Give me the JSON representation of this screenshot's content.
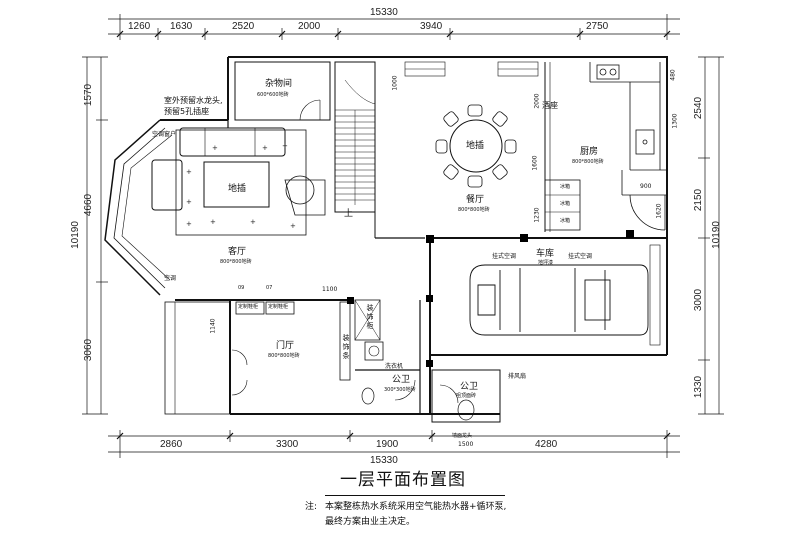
{
  "drawing": {
    "title": "一层平面布置图",
    "note_prefix": "注:",
    "note_line1": "本案整栋热水系统采用空气能热水器+循环泵,",
    "note_line2": "最终方案由业主决定。"
  },
  "dimensions": {
    "top_total": "15330",
    "top_segments": [
      "1260",
      "1630",
      "2520",
      "2000",
      "3940",
      "2750"
    ],
    "bottom_total": "15330",
    "bottom_segments": [
      "2860",
      "3300",
      "1900",
      "4280"
    ],
    "left_total": "10190",
    "left_segments": [
      "1570",
      "4660",
      "3060"
    ],
    "right_total": "10190",
    "right_segments": [
      "2540",
      "2150",
      "3000",
      "1330"
    ],
    "misc": {
      "d1100": "1100",
      "d1140": "1140",
      "d1000": "1000",
      "d900": "900",
      "d1620": "1620",
      "d1500": "1500",
      "d480": "480",
      "d1600": "1600",
      "d1230": "1230",
      "d1300": "1300",
      "d2000": "2000"
    }
  },
  "rooms": {
    "storage": {
      "name": "杂物间",
      "tile": "600*600地砖"
    },
    "outdoor_tap": {
      "line1": "室外预留水龙头,",
      "line2": "预留5孔插座"
    },
    "ac_window": "空调窗户",
    "living": {
      "name": "客厅",
      "tile": "800*800地砖"
    },
    "floor_outlet_living": "地插",
    "dining": {
      "name": "餐厅",
      "tile": "800*800地砖"
    },
    "floor_outlet_dining": "地插",
    "wine_cabinet": "酒座",
    "kitchen": {
      "name": "厨房",
      "tile": "800*800地砖"
    },
    "cabinets": [
      "冰箱",
      "冰箱",
      "冰箱"
    ],
    "up": "上",
    "garage": {
      "name": "车库",
      "tile": "地坪漆"
    },
    "ac_left": "挂式空调",
    "ac_right": "挂式空调",
    "entrance": {
      "name": "门厅",
      "tile": "800*800地砖"
    },
    "shoe_cabinet_1": "定制鞋柜",
    "shoe_cabinet_2": "定制鞋柜",
    "decor_cabinet": "装饰柜",
    "decor_wall": "装饰条",
    "washer": "洗衣机",
    "bath_left": {
      "name": "公卫",
      "tile": "300*300地砖"
    },
    "bath_right": {
      "name": "公卫",
      "sub": "咀顶面砖"
    },
    "exhaust": "排风扇",
    "basin": "墙面龙头",
    "air_window": "空调",
    "bay_marks": [
      "09",
      "07"
    ]
  }
}
